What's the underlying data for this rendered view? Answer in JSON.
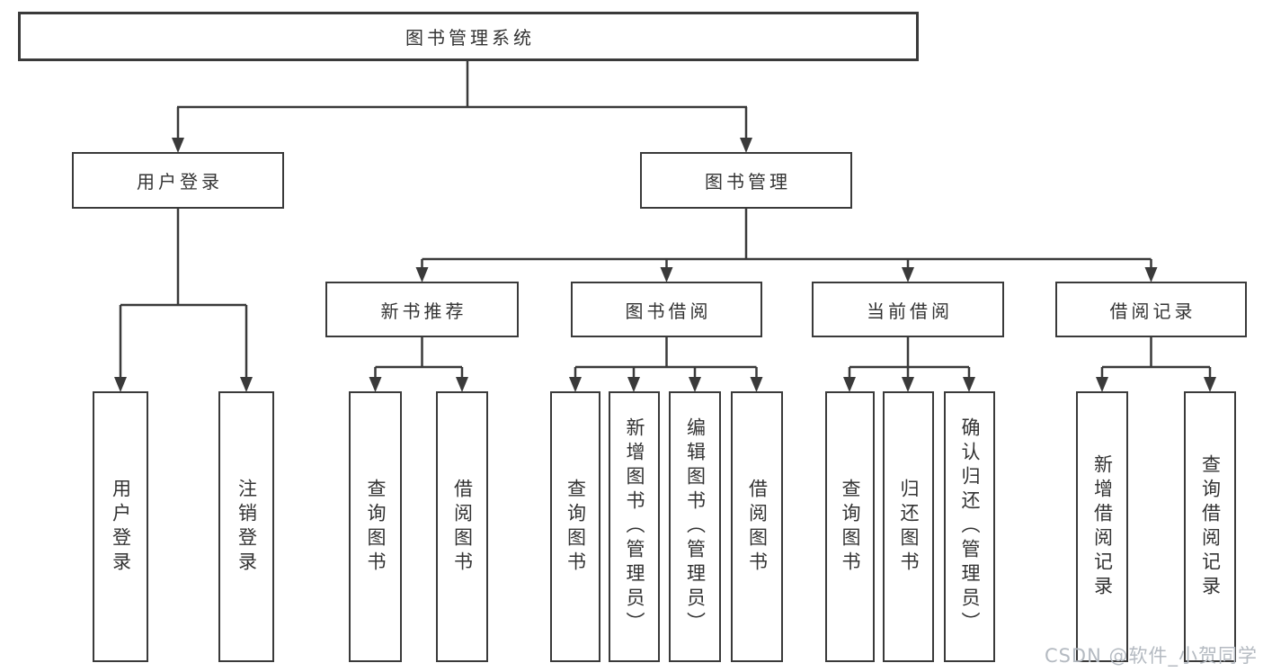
{
  "diagram": {
    "title_note": "library management system feature tree",
    "line_color": "#3a3a3a",
    "box_border_color": "#3a3a3a",
    "text_color": "#333333",
    "root": {
      "label": "图书管理系统"
    },
    "level2": [
      {
        "id": "user-login",
        "label": "用户登录"
      },
      {
        "id": "book-mgmt",
        "label": "图书管理"
      }
    ],
    "level3": [
      {
        "id": "new-book-rec",
        "label": "新书推荐"
      },
      {
        "id": "book-borrow",
        "label": "图书借阅"
      },
      {
        "id": "current-borrow",
        "label": "当前借阅"
      },
      {
        "id": "borrow-records",
        "label": "借阅记录"
      }
    ],
    "leaves": [
      {
        "group": "user-login",
        "label": "用户登录"
      },
      {
        "group": "user-login",
        "label": "注销登录"
      },
      {
        "group": "new-book-rec",
        "label": "查询图书"
      },
      {
        "group": "new-book-rec",
        "label": "借阅图书"
      },
      {
        "group": "book-borrow",
        "label": "查询图书"
      },
      {
        "group": "book-borrow",
        "label": "新增图书（管理员）"
      },
      {
        "group": "book-borrow",
        "label": "编辑图书（管理员）"
      },
      {
        "group": "book-borrow",
        "label": "借阅图书"
      },
      {
        "group": "current-borrow",
        "label": "查询图书"
      },
      {
        "group": "current-borrow",
        "label": "归还图书"
      },
      {
        "group": "current-borrow",
        "label": "确认归还（管理员）"
      },
      {
        "group": "borrow-records",
        "label": "新增借阅记录"
      },
      {
        "group": "borrow-records",
        "label": "查询借阅记录"
      }
    ]
  },
  "watermark": {
    "text": "CSDN @软件_小贺同学",
    "color": "#b4bac1"
  }
}
